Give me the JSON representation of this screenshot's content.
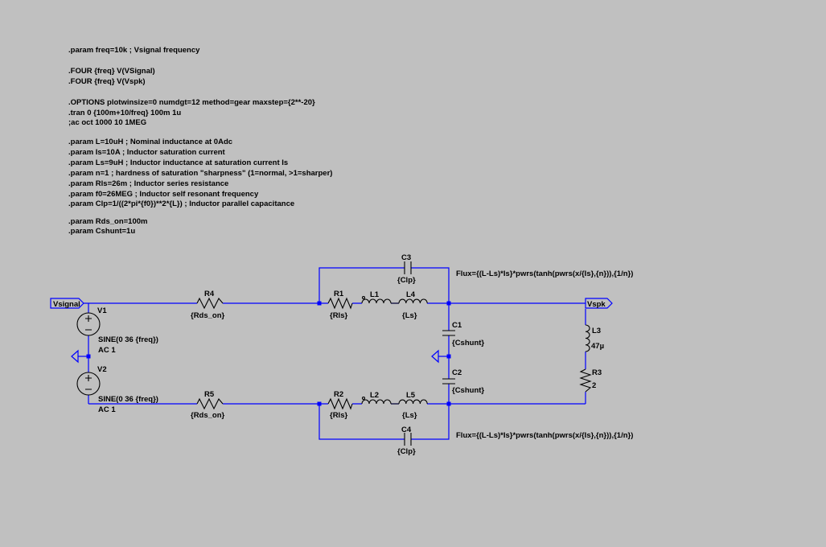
{
  "directives": [
    ".param freq=10k ; Vsignal frequency",
    ".FOUR {freq} V(VSignal)",
    ".FOUR {freq} V(Vspk)",
    ".OPTIONS plotwinsize=0 numdgt=12 method=gear maxstep={2**-20}",
    ".tran 0 {100m+10/freq} 100m 1u",
    ";ac oct 1000 10 1MEG",
    ".param L=10uH ; Nominal inductance at 0Adc",
    ".param Is=10A ; Inductor saturation current",
    ".param Ls=9uH ; Inductor inductance at saturation current Is",
    ".param n=1 ; hardness of saturation \"sharpness\" (1=normal, >1=sharper)",
    ".param Rls=26m ; Inductor series resistance",
    ".param f0=26MEG ; Inductor self resonant frequency",
    ".param Clp=1/((2*pi*{f0})**2*{L}) ; Inductor parallel capacitance",
    ".param Rds_on=100m",
    ".param Cshunt=1u"
  ],
  "labels": {
    "c3_name": "C3",
    "c3_value": "{Clp}",
    "c4_name": "C4",
    "c4_value": "{Clp}",
    "flux_top": "Flux={(L-Ls)*Is}*pwrs(tanh(pwrs(x/{Is},{n})),{1/n})",
    "flux_bottom": "Flux={(L-Ls)*Is}*pwrs(tanh(pwrs(x/{Is},{n})),{1/n})",
    "r4_name": "R4",
    "r4_value": "{Rds_on}",
    "r5_name": "R5",
    "r5_value": "{Rds_on}",
    "r1_name": "R1",
    "r1_value": "{Rls}",
    "r2_name": "R2",
    "r2_value": "{Rls}",
    "l1_name": "L1",
    "l2_name": "L2",
    "l4_name": "L4",
    "l4_value": "{Ls}",
    "l5_name": "L5",
    "l5_value": "{Ls}",
    "c1_name": "C1",
    "c1_value": "{Cshunt}",
    "c2_name": "C2",
    "c2_value": "{Cshunt}",
    "l3_name": "L3",
    "l3_value": "47µ",
    "r3_name": "R3",
    "r3_value": "2",
    "v1_name": "V1",
    "v1_value": "SINE(0 36 {freq})",
    "v1_ac": "AC 1",
    "v2_name": "V2",
    "v2_value": "SINE(0 36 {freq})",
    "v2_ac": "AC 1",
    "net_vsignal": "Vsignal",
    "net_vspk": "Vspk"
  },
  "colors": {
    "background": "#c0c0c0",
    "wire": "#0000ff",
    "component": "#000000"
  }
}
